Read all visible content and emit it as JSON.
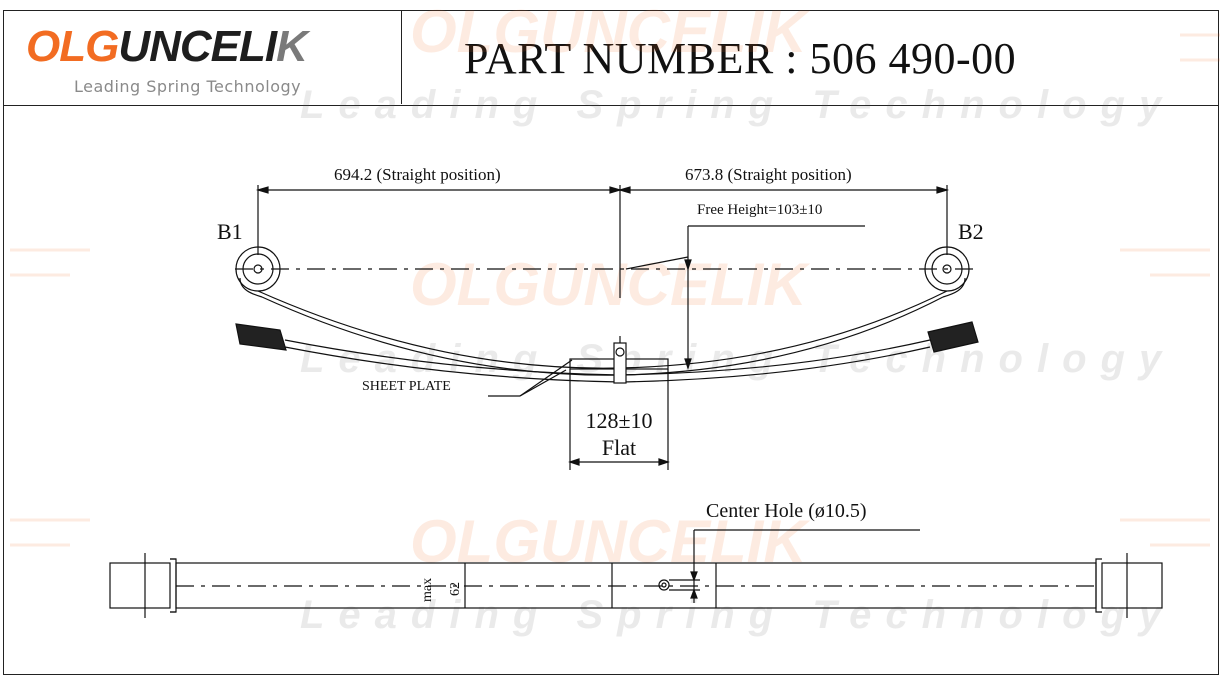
{
  "logo": {
    "brand_part1": "OLG",
    "brand_part2": "UNCELI",
    "brand_part3": "K",
    "tagline": "Leading Spring Technology"
  },
  "header": {
    "title": "PART NUMBER : 506 490-00"
  },
  "watermark": {
    "brand": "OLGUNCELIK",
    "tagline": "Leading Spring Technology"
  },
  "side_view": {
    "left_eye_label": "B1",
    "right_eye_label": "B2",
    "left_length_label": "694.2 (Straight position)",
    "right_length_label": "673.8 (Straight position)",
    "free_height_label": "Free Height=103±10",
    "sheet_plate_label": "SHEET PLATE",
    "flat_value_label": "128±10",
    "flat_label": "Flat"
  },
  "top_view": {
    "center_hole_label": "Center Hole (ø10.5)",
    "width_max_label": "max",
    "width_value_label": "62"
  },
  "colors": {
    "brand_orange": "#f26c22",
    "brand_dark": "#1e1e1e",
    "brand_grey": "#7a7a7a",
    "line": "#111111"
  }
}
